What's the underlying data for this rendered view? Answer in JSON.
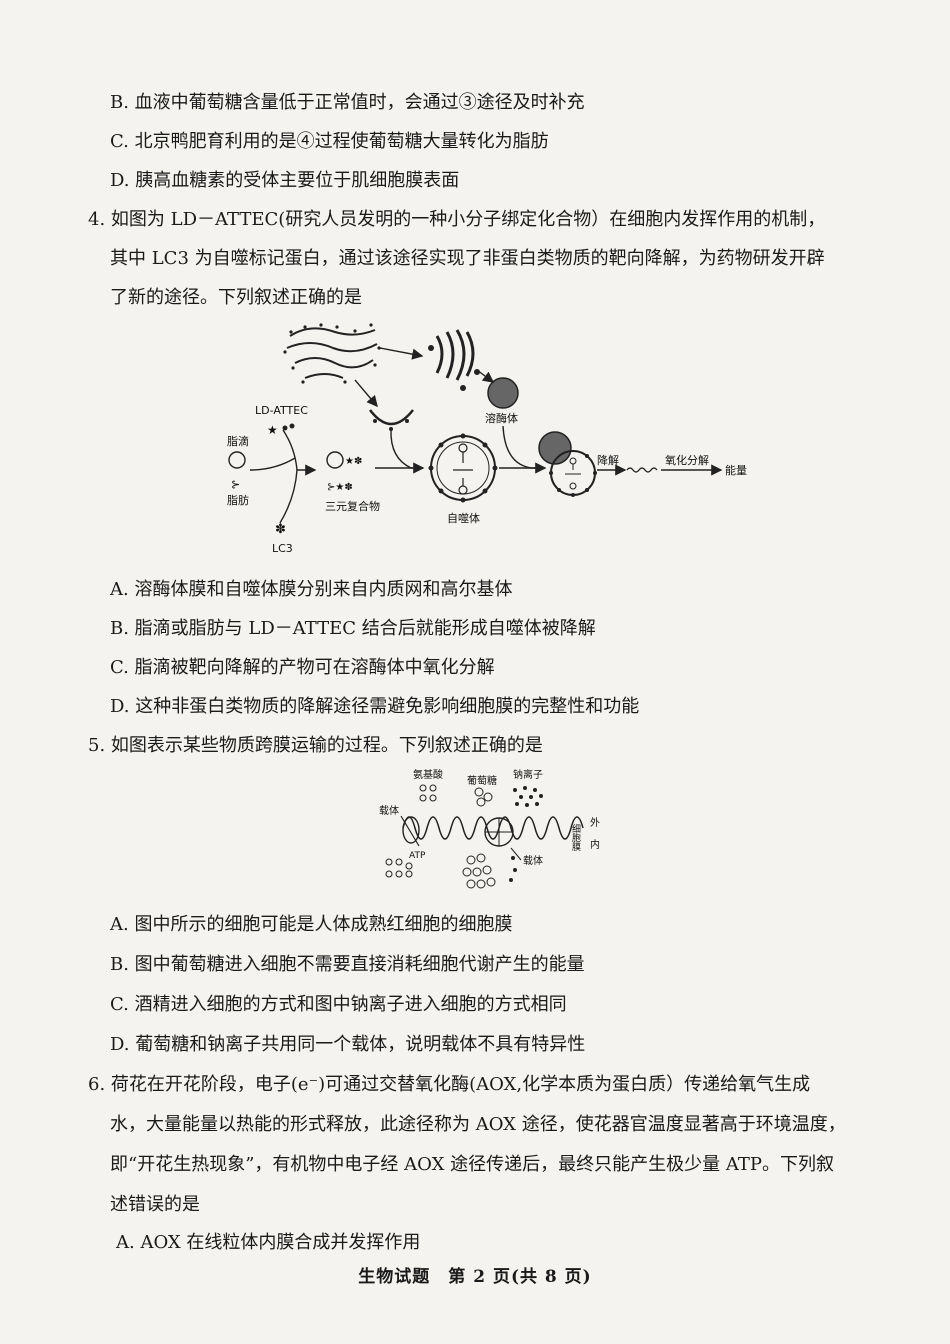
{
  "q3": {
    "opt_b": "B. 血液中葡萄糖含量低于正常值时，会通过③途径及时补充",
    "opt_c": "C. 北京鸭肥育利用的是④过程使葡萄糖大量转化为脂肪",
    "opt_d": "D. 胰高血糖素的受体主要位于肌细胞膜表面"
  },
  "q4": {
    "stem_1": "4. 如图为 LD－ATTEC(研究人员发明的一种小分子绑定化合物）在细胞内发挥作用的机制，",
    "stem_2": "其中 LC3 为自噬标记蛋白，通过该途径实现了非蛋白类物质的靶向降解，为药物研发开辟",
    "stem_3": "了新的途径。下列叙述正确的是",
    "figure": {
      "ld_attec": "LD-ATTEC",
      "lipid_droplet": "脂滴",
      "fat": "脂肪",
      "lc3": "LC3",
      "ternary_complex": "三元复合物",
      "autophagosome": "自噬体",
      "lysosome": "溶酶体",
      "degradation": "降解",
      "oxidative_decomposition": "氧化分解",
      "energy": "能量"
    },
    "opt_a": "A. 溶酶体膜和自噬体膜分别来自内质网和高尔基体",
    "opt_b": "B. 脂滴或脂肪与 LD－ATTEC 结合后就能形成自噬体被降解",
    "opt_c": "C. 脂滴被靶向降解的产物可在溶酶体中氧化分解",
    "opt_d": "D. 这种非蛋白类物质的降解途径需避免影响细胞膜的完整性和功能"
  },
  "q5": {
    "stem": "5. 如图表示某些物质跨膜运输的过程。下列叙述正确的是",
    "figure": {
      "amino_acid": "氨基酸",
      "glucose": "葡萄糖",
      "sodium_ion": "钠离子",
      "carrier": "载体",
      "atp": "ATP",
      "carrier_2": "载体",
      "membrane_label": "细胞膜",
      "outside": "外",
      "inside": "内"
    },
    "opt_a": "A. 图中所示的细胞可能是人体成熟红细胞的细胞膜",
    "opt_b": "B. 图中葡萄糖进入细胞不需要直接消耗细胞代谢产生的能量",
    "opt_c": "C. 酒精进入细胞的方式和图中钠离子进入细胞的方式相同",
    "opt_d": "D. 葡萄糖和钠离子共用同一个载体，说明载体不具有特异性"
  },
  "q6": {
    "stem_1": "6. 荷花在开花阶段，电子(e⁻)可通过交替氧化酶(AOX,化学本质为蛋白质）传递给氧气生成",
    "stem_2": "水，大量能量以热能的形式释放，此途径称为 AOX 途径，使花器官温度显著高于环境温度，",
    "stem_3": "即“开花生热现象”，有机物中电子经 AOX 途径传递后，最终只能产生极少量 ATP。下列叙",
    "stem_4": "述错误的是",
    "opt_a": "A. AOX 在线粒体内膜合成并发挥作用"
  },
  "footer": "生物试题　第 2 页(共 8 页)"
}
